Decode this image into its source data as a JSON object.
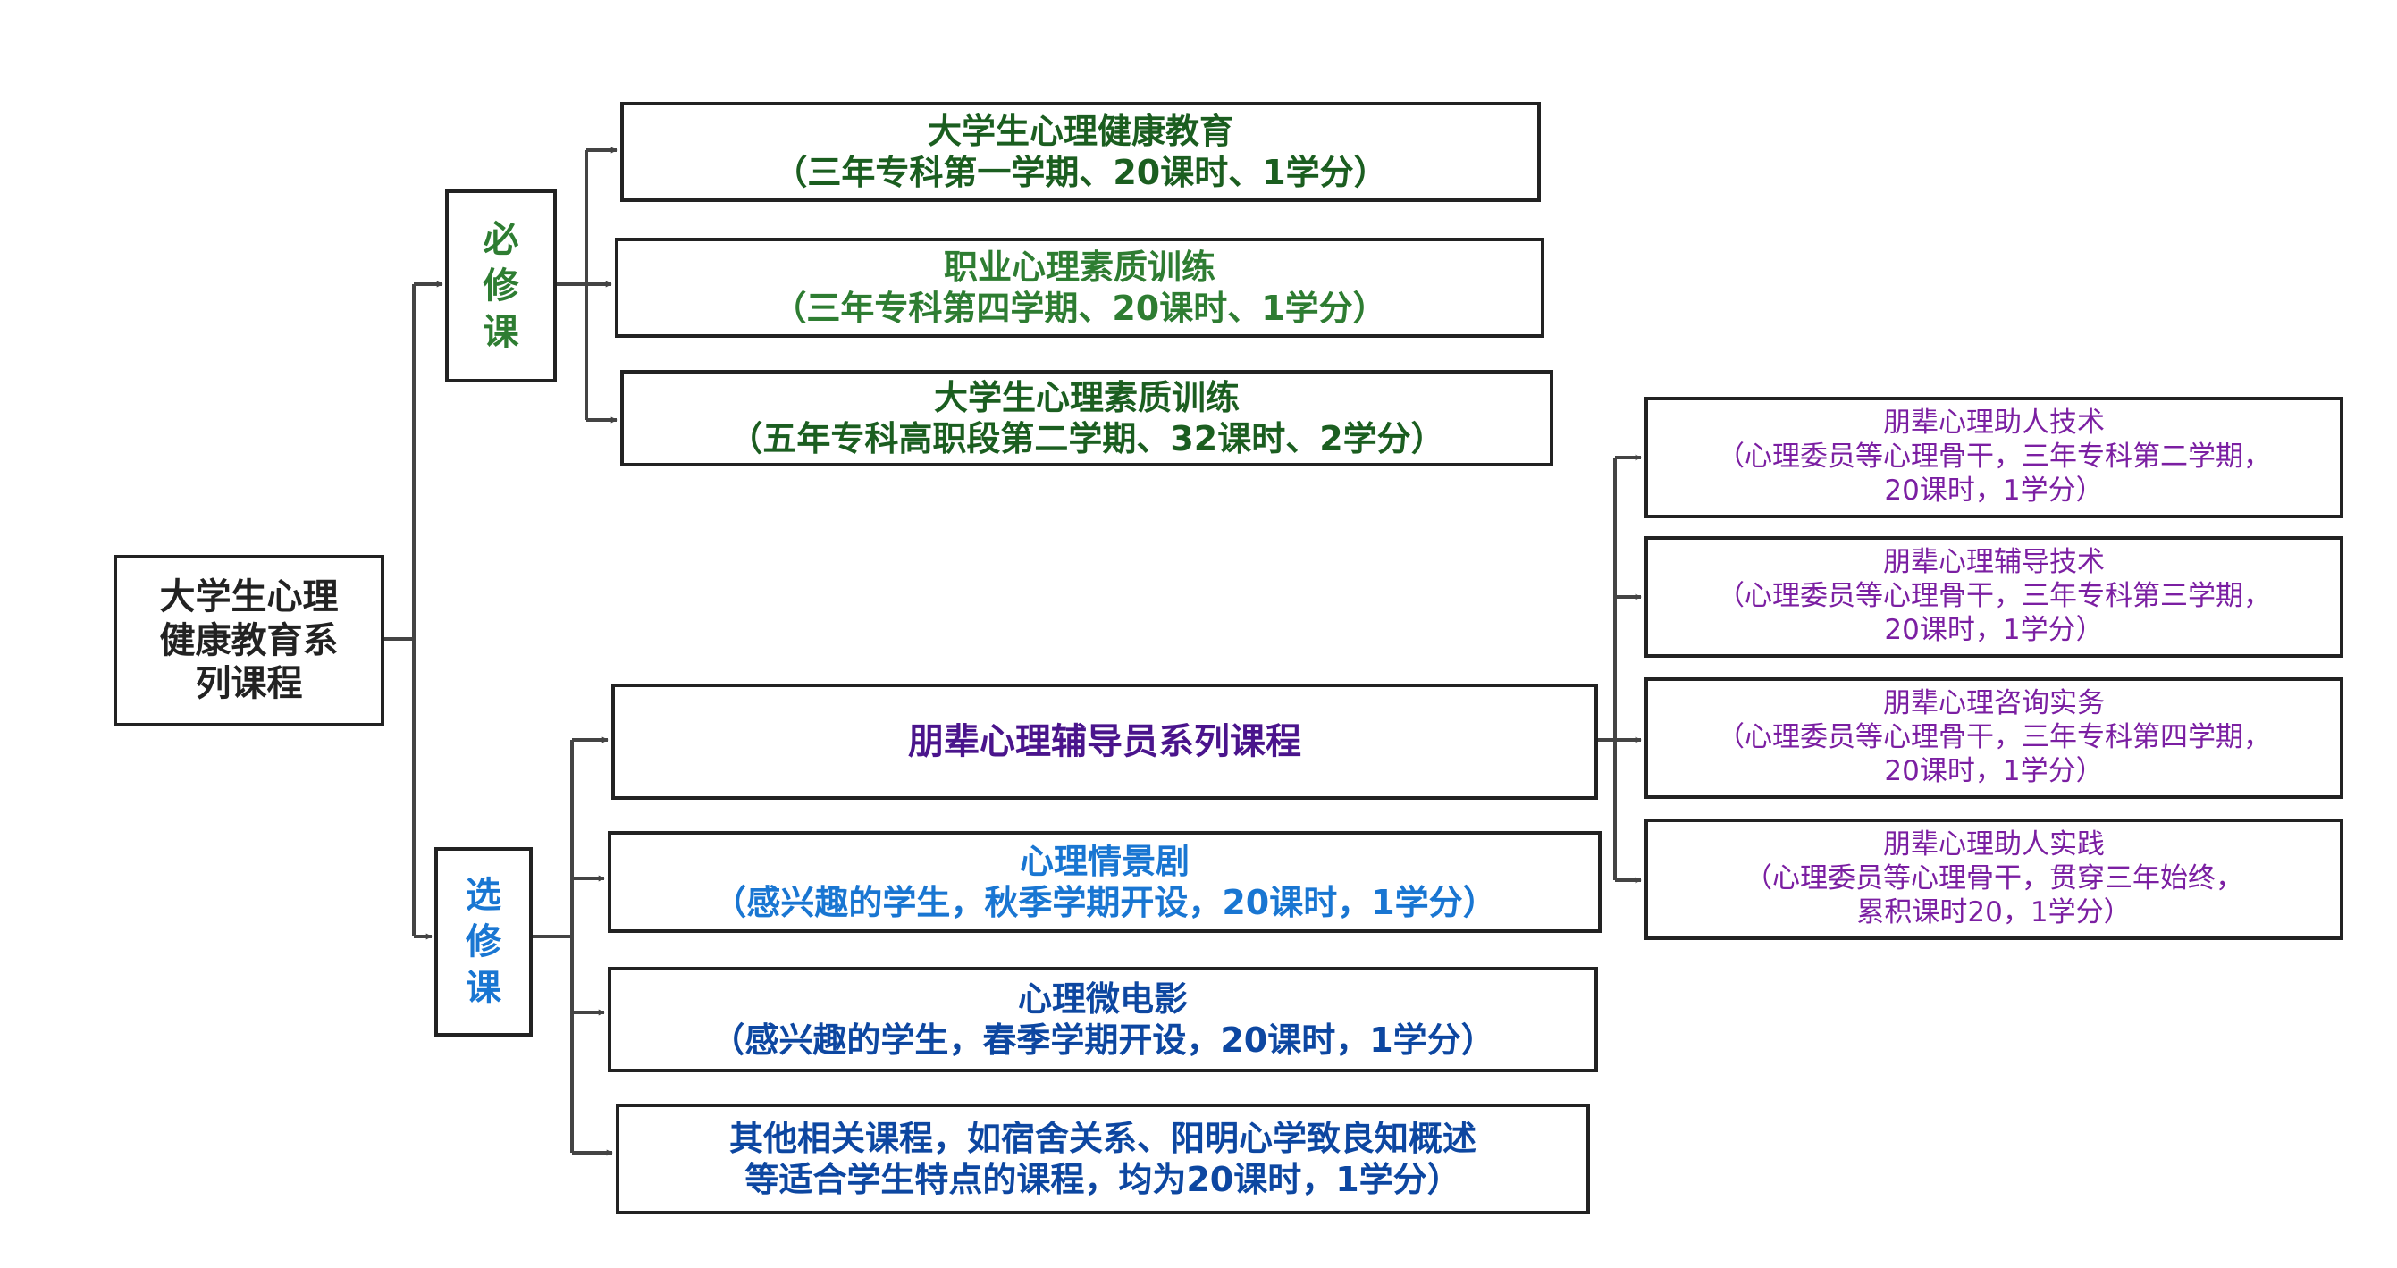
{
  "root": {
    "lines": [
      "大学生心理",
      "健康教育系",
      "列课程"
    ]
  },
  "required": {
    "label": [
      "必",
      "修",
      "课"
    ],
    "courses": [
      {
        "title": "大学生心理健康教育",
        "detail": "（三年专科第一学期、20课时、1学分）"
      },
      {
        "title": "职业心理素质训练",
        "detail": "（三年专科第四学期、20课时、1学分）"
      },
      {
        "title": "大学生心理素质训练",
        "detail": "（五年专科高职段第二学期、32课时、2学分）"
      }
    ]
  },
  "elective": {
    "label": [
      "选",
      "修",
      "课"
    ],
    "courses": [
      {
        "title": "朋辈心理辅导员系列课程"
      },
      {
        "title": "心理情景剧",
        "detail": "（感兴趣的学生，秋季学期开设，20课时，1学分）"
      },
      {
        "title": "心理微电影",
        "detail": "（感兴趣的学生，春季学期开设，20课时，1学分）"
      },
      {
        "line1": "其他相关课程，如宿舍关系、阳明心学致良知概述",
        "line2": "等适合学生特点的课程，均为20课时，1学分）"
      }
    ]
  },
  "peer_series": [
    {
      "title": "朋辈心理助人技术",
      "line2": "（心理委员等心理骨干，三年专科第二学期，",
      "line3": "20课时，1学分）"
    },
    {
      "title": "朋辈心理辅导技术",
      "line2": "（心理委员等心理骨干，三年专科第三学期，",
      "line3": "20课时，1学分）"
    },
    {
      "title": "朋辈心理咨询实务",
      "line2": "（心理委员等心理骨干，三年专科第四学期，",
      "line3": "20课时，1学分）"
    },
    {
      "title": "朋辈心理助人实践",
      "line2": "（心理委员等心理骨干，贯穿三年始终，",
      "line3": "累积课时20，1学分）"
    }
  ],
  "colors": {
    "line": "#444444",
    "required_label": "#2e7d32",
    "elective_label": "#1976d2",
    "peer_text": "#7b1fa2"
  }
}
